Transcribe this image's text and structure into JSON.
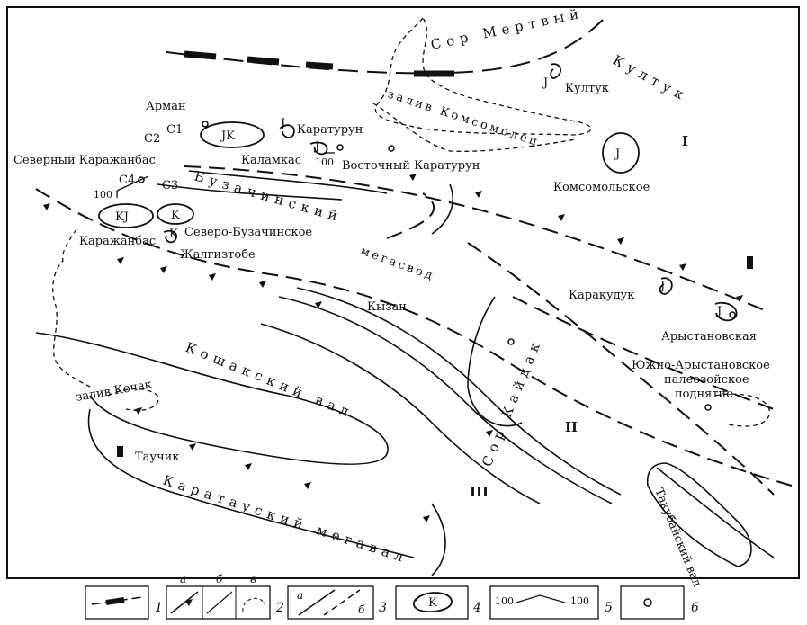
{
  "places": {
    "sor_mertvy": "Сор  Мертвый",
    "kultuk_big": "Култук",
    "kultuk": "Култук",
    "arman": "Арман",
    "karaturun": "Каратурун",
    "vostochny_karaturun": "Восточный  Каратурун",
    "severny_karazhanbas": "Северный Каражанбас",
    "kalamkas": "Каламкас",
    "komsomolskoe": "Комсомольское",
    "zaliv_komsomolets": "залив  Комсомолец",
    "buzachinsky": "Бузачинский",
    "megasvod": "мегасвод",
    "karazhanbas": "Каражанбас",
    "severo_buzachinskoe": "Северо-Бузачинское",
    "zhalgiztobe": "Жалгизтобе",
    "kyzan": "Кызан",
    "karakuduk": "Каракудук",
    "arystanovskaya": "Арыстановская",
    "yuzhno_arystanovskoe_1": "Южно-Арыстановское",
    "yuzhno_arystanovskoe_2": "палеозойское",
    "yuzhno_arystanovskoe_3": "поднятие",
    "koshaksky_val": "Кошакский  вал",
    "zaliv_kochak": "залив  Кочак",
    "tauchik": "Таучик",
    "karatausky_megaval": "Каратауский  мегавал",
    "takubaysky_val": "Такубайский вал",
    "sor_kaydak": "Сор  Кайдак"
  },
  "field_codes": {
    "jk": "JK",
    "j_karaturun": "J",
    "j_vost": "J",
    "j_kultuk": "J",
    "j_komsomolskoe": "J",
    "kj": "KJ",
    "k1": "K",
    "k2": "K",
    "j_karakuduk": "J",
    "j_arystan": "J"
  },
  "markers": {
    "c1": "C1",
    "c2": "C2",
    "c3": "C3",
    "c4": "C4",
    "v100a": "100",
    "v100b": "100"
  },
  "regions": {
    "r1": "I",
    "r2": "II",
    "r3": "III"
  },
  "legend": {
    "n1": "1",
    "n2": "2",
    "n3": "3",
    "n4": "4",
    "n5": "5",
    "n6": "6",
    "a2": "а",
    "b2": "б",
    "v2": "в",
    "a3": "а",
    "b3": "б",
    "k4": "K",
    "v5a": "100",
    "v5b": "100"
  }
}
